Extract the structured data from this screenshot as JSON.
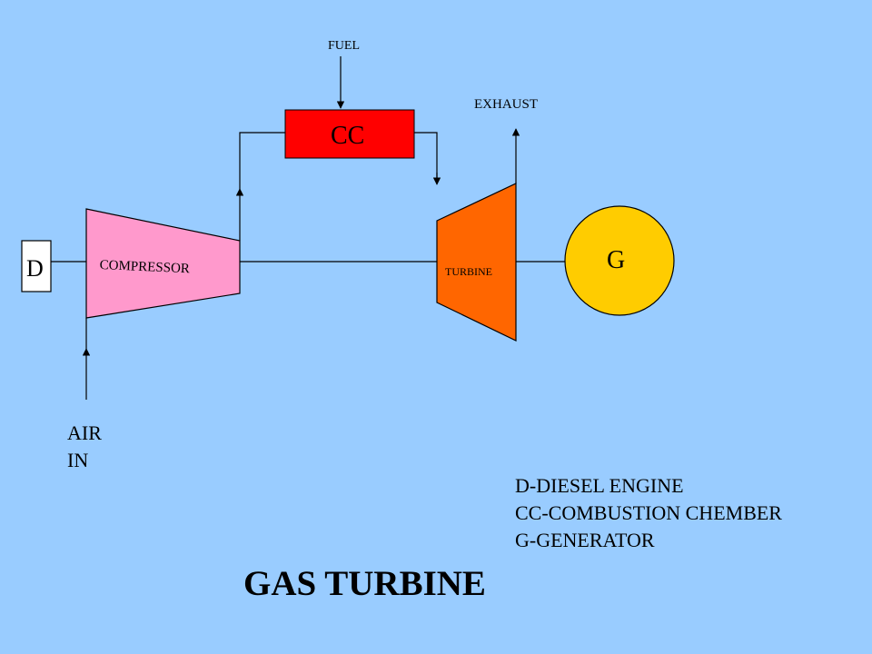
{
  "labels": {
    "fuel": "FUEL",
    "exhaust": "EXHAUST",
    "cc": "CC",
    "generator": "G",
    "diesel": "D",
    "compressor": "COMPRESSOR",
    "turbine": "TURBINE",
    "air_line1": "AIR",
    "air_line2": "IN"
  },
  "legend": [
    "D-DIESEL ENGINE",
    "CC-COMBUSTION CHEMBER",
    "G-GENERATOR"
  ],
  "title": "GAS TURBINE",
  "colors": {
    "background": "#99ccff",
    "combustion_chamber": "#ff0000",
    "compressor": "#ff99cc",
    "turbine": "#ff6600",
    "generator": "#ffcc00",
    "diesel_engine": "#ffffff",
    "line": "#000000"
  }
}
